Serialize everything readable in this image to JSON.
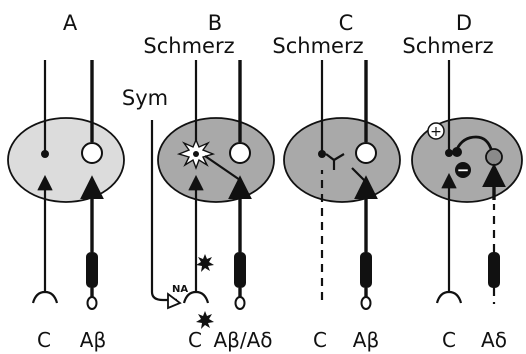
{
  "panels": [
    {
      "letter": "A",
      "heading": "",
      "bottom_left": "C",
      "bottom_right": "Aβ"
    },
    {
      "letter": "B",
      "heading": "Schmerz",
      "bottom_left": "C",
      "bottom_right": "Aβ/Aδ"
    },
    {
      "letter": "C",
      "heading": "Schmerz",
      "bottom_left": "C",
      "bottom_right": "Aβ"
    },
    {
      "letter": "D",
      "heading": "Schmerz",
      "bottom_left": "C",
      "bottom_right": "Aδ"
    }
  ],
  "sympathetic_label": "Sym",
  "na_label": "NA",
  "plus_sign": "+",
  "minus_sign": "−",
  "colors": {
    "cell_light": "#dcdcdc",
    "cell_dark": "#a9a9a9",
    "line": "#111111",
    "inhibitory_neuron": "#8a8a8a"
  }
}
